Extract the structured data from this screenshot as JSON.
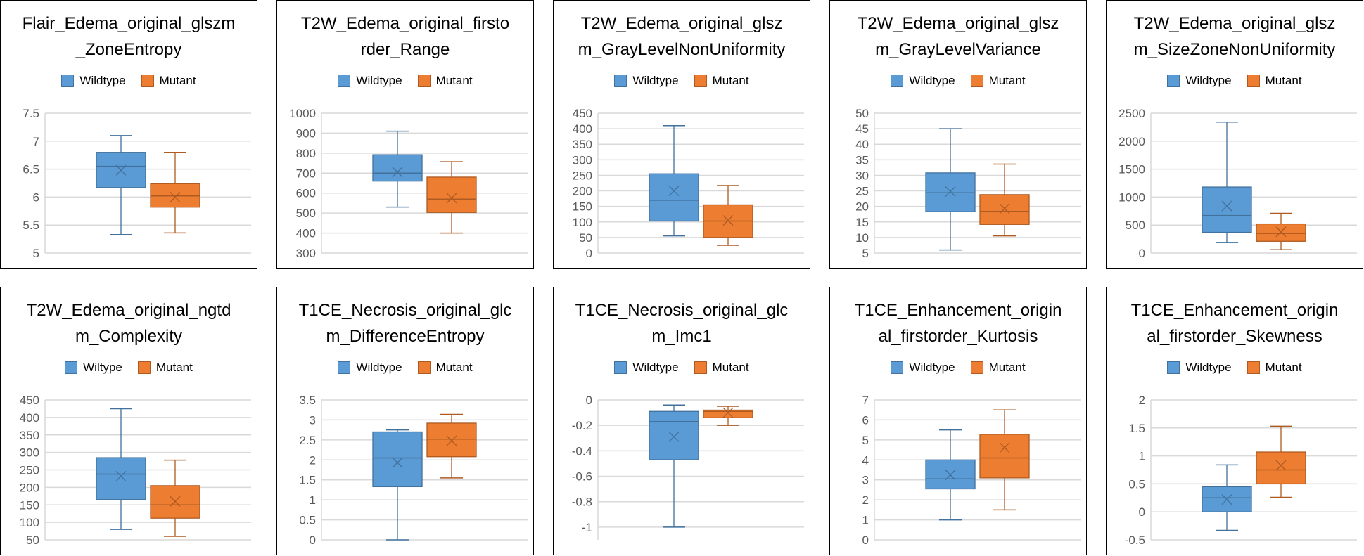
{
  "colors": {
    "wildtype": "#5B9BD5",
    "wildtype_stroke": "#41719C",
    "mutant": "#ED7D31",
    "mutant_stroke": "#AE5A21",
    "grid": "#D9D9D9"
  },
  "chart_data": [
    {
      "type": "box",
      "title_lines": [
        "Flair_Edema_original_glszm",
        "_ZoneEntropy"
      ],
      "legend": [
        "Wildtype",
        "Mutant"
      ],
      "ylim": [
        5,
        7.5
      ],
      "ystep": 0.5,
      "yticks": [
        "5",
        "5.5",
        "6",
        "6.5",
        "7",
        "7.5"
      ],
      "series": [
        {
          "name": "Wildtype",
          "min": 5.33,
          "q1": 6.17,
          "median": 6.55,
          "mean": 6.48,
          "q3": 6.8,
          "max": 7.1
        },
        {
          "name": "Mutant",
          "min": 5.36,
          "q1": 5.82,
          "median": 6.02,
          "mean": 6.0,
          "q3": 6.24,
          "max": 6.8
        }
      ]
    },
    {
      "type": "box",
      "title_lines": [
        "T2W_Edema_original_firsto",
        "rder_Range"
      ],
      "legend": [
        "Wildtype",
        "Mutant"
      ],
      "ylim": [
        300,
        1000
      ],
      "ystep": 100,
      "yticks": [
        "300",
        "400",
        "500",
        "600",
        "700",
        "800",
        "900",
        "1000"
      ],
      "series": [
        {
          "name": "Wildtype",
          "min": 530,
          "q1": 660,
          "median": 700,
          "mean": 705,
          "q3": 792,
          "max": 910
        },
        {
          "name": "Mutant",
          "min": 400,
          "q1": 503,
          "median": 570,
          "mean": 575,
          "q3": 680,
          "max": 757
        }
      ]
    },
    {
      "type": "box",
      "title_lines": [
        "T2W_Edema_original_glsz",
        "m_GrayLevelNonUniformity"
      ],
      "legend": [
        "Wildtype",
        "Mutant"
      ],
      "ylim": [
        0,
        450
      ],
      "ystep": 50,
      "yticks": [
        "0",
        "50",
        "100",
        "150",
        "200",
        "250",
        "300",
        "350",
        "400",
        "450"
      ],
      "series": [
        {
          "name": "Wildtype",
          "min": 55,
          "q1": 103,
          "median": 170,
          "mean": 200,
          "q3": 255,
          "max": 410
        },
        {
          "name": "Mutant",
          "min": 25,
          "q1": 50,
          "median": 103,
          "mean": 105,
          "q3": 155,
          "max": 217
        }
      ]
    },
    {
      "type": "box",
      "title_lines": [
        "T2W_Edema_original_glsz",
        "m_GrayLevelVariance"
      ],
      "legend": [
        "Wildtype",
        "Mutant"
      ],
      "ylim": [
        5,
        50
      ],
      "ystep": 5,
      "yticks": [
        "5",
        "10",
        "15",
        "20",
        "25",
        "30",
        "35",
        "40",
        "45",
        "50"
      ],
      "series": [
        {
          "name": "Wildtype",
          "min": 6,
          "q1": 18.3,
          "median": 24.4,
          "mean": 24.8,
          "q3": 30.8,
          "max": 45
        },
        {
          "name": "Mutant",
          "min": 10.5,
          "q1": 14.2,
          "median": 18.4,
          "mean": 19.3,
          "q3": 23.8,
          "max": 33.6
        }
      ]
    },
    {
      "type": "box",
      "title_lines": [
        "T2W_Edema_original_glsz",
        "m_SizeZoneNonUniformity"
      ],
      "legend": [
        "Wildtype",
        "Mutant"
      ],
      "ylim": [
        0,
        2500
      ],
      "ystep": 500,
      "yticks": [
        "0",
        "500",
        "1000",
        "1500",
        "2000",
        "2500"
      ],
      "series": [
        {
          "name": "Wildtype",
          "min": 190,
          "q1": 370,
          "median": 670,
          "mean": 840,
          "q3": 1180,
          "max": 2340
        },
        {
          "name": "Mutant",
          "min": 60,
          "q1": 210,
          "median": 350,
          "mean": 380,
          "q3": 520,
          "max": 710
        }
      ]
    },
    {
      "type": "box",
      "title_lines": [
        "T2W_Edema_original_ngtd",
        "m_Complexity"
      ],
      "legend": [
        "Wiltype",
        "Mutant"
      ],
      "ylim": [
        50,
        450
      ],
      "ystep": 50,
      "yticks": [
        "50",
        "100",
        "150",
        "200",
        "250",
        "300",
        "350",
        "400",
        "450"
      ],
      "series": [
        {
          "name": "Wiltype",
          "min": 80,
          "q1": 165,
          "median": 238,
          "mean": 232,
          "q3": 285,
          "max": 425
        },
        {
          "name": "Mutant",
          "min": 60,
          "q1": 112,
          "median": 150,
          "mean": 160,
          "q3": 205,
          "max": 278
        }
      ]
    },
    {
      "type": "box",
      "title_lines": [
        "T1CE_Necrosis_original_glc",
        "m_DifferenceEntropy"
      ],
      "legend": [
        "Wildtype",
        "Mutant"
      ],
      "ylim": [
        0,
        3.5
      ],
      "ystep": 0.5,
      "yticks": [
        "0",
        "0.5",
        "1",
        "1.5",
        "2",
        "2.5",
        "3",
        "3.5"
      ],
      "series": [
        {
          "name": "Wildtype",
          "min": 0,
          "q1": 1.33,
          "median": 2.05,
          "mean": 1.93,
          "q3": 2.7,
          "max": 2.75
        },
        {
          "name": "Mutant",
          "min": 1.55,
          "q1": 2.08,
          "median": 2.52,
          "mean": 2.48,
          "q3": 2.92,
          "max": 3.14
        }
      ]
    },
    {
      "type": "box",
      "title_lines": [
        "T1CE_Necrosis_original_glc",
        "m_Imc1"
      ],
      "legend": [
        "Wildtype",
        "Mutant"
      ],
      "ylim": [
        -1.1,
        0
      ],
      "ystep": 0.2,
      "yticks": [
        "-1",
        "-0.8",
        "-0.6",
        "-0.4",
        "-0.2",
        "0"
      ],
      "series": [
        {
          "name": "Wildtype",
          "min": -1.0,
          "q1": -0.47,
          "median": -0.17,
          "mean": -0.29,
          "q3": -0.09,
          "max": -0.04
        },
        {
          "name": "Mutant",
          "min": -0.2,
          "q1": -0.14,
          "median": -0.09,
          "mean": -0.1,
          "q3": -0.08,
          "max": -0.05
        }
      ]
    },
    {
      "type": "box",
      "title_lines": [
        "T1CE_Enhancement_origin",
        "al_firstorder_Kurtosis"
      ],
      "legend": [
        "Wildtype",
        "Mutant"
      ],
      "ylim": [
        0,
        7
      ],
      "ystep": 1,
      "yticks": [
        "0",
        "1",
        "2",
        "3",
        "4",
        "5",
        "6",
        "7"
      ],
      "series": [
        {
          "name": "Wildtype",
          "min": 1.0,
          "q1": 2.55,
          "median": 3.05,
          "mean": 3.25,
          "q3": 4.0,
          "max": 5.5
        },
        {
          "name": "Mutant",
          "min": 1.5,
          "q1": 3.1,
          "median": 4.1,
          "mean": 4.62,
          "q3": 5.28,
          "max": 6.5
        }
      ]
    },
    {
      "type": "box",
      "title_lines": [
        "T1CE_Enhancement_origin",
        "al_firstorder_Skewness"
      ],
      "legend": [
        "Wildtype",
        "Mutant"
      ],
      "ylim": [
        -0.5,
        2
      ],
      "ystep": 0.5,
      "yticks": [
        "-0.5",
        "0",
        "0.5",
        "1",
        "1.5",
        "2"
      ],
      "series": [
        {
          "name": "Wildtype",
          "min": -0.33,
          "q1": 0,
          "median": 0.25,
          "mean": 0.22,
          "q3": 0.45,
          "max": 0.84
        },
        {
          "name": "Mutant",
          "min": 0.26,
          "q1": 0.5,
          "median": 0.75,
          "mean": 0.83,
          "q3": 1.07,
          "max": 1.53
        }
      ]
    }
  ]
}
